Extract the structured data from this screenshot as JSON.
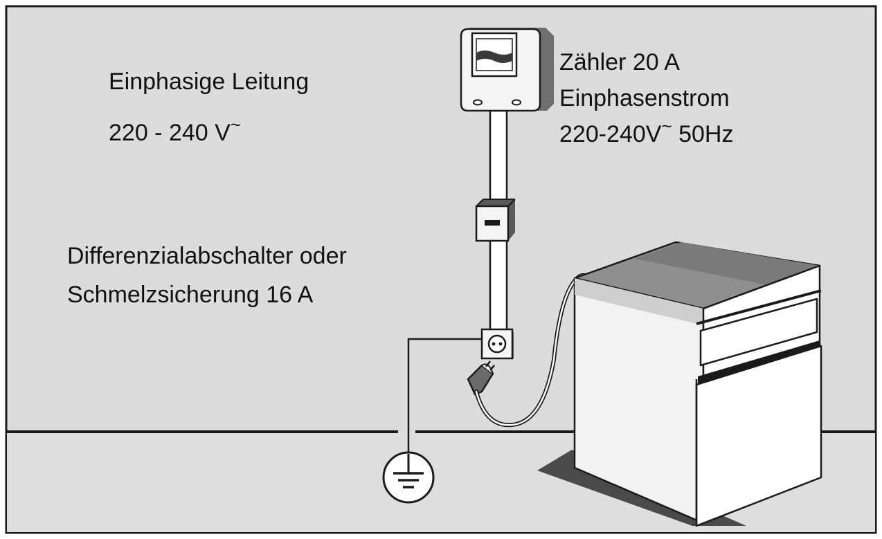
{
  "labels": {
    "line_type": "Einphasige Leitung",
    "line_voltage": "220 - 240 V",
    "line_voltage_symbol": "~",
    "meter_line1": "Zähler 20 A",
    "meter_line2": "Einphasenstrom",
    "meter_line3_voltage": "220-240V",
    "meter_line3_symbol": "~",
    "meter_line3_freq": " 50Hz",
    "breaker_line1": "Differenzialabschalter oder",
    "breaker_line2": "Schmelzsicherung 16 A"
  },
  "colors": {
    "background": "#dcdcdc",
    "floor": "#dedede",
    "outline": "#1a1a1a",
    "shadow": "#4a4a4a",
    "oven_top": "#8f8f8f",
    "oven_side": "#f2f2f2",
    "oven_front": "#ffffff"
  },
  "icons": [
    "electric-meter-icon",
    "circuit-breaker-icon",
    "wall-socket-icon",
    "power-plug-icon",
    "ground-symbol-icon",
    "oven-icon"
  ]
}
